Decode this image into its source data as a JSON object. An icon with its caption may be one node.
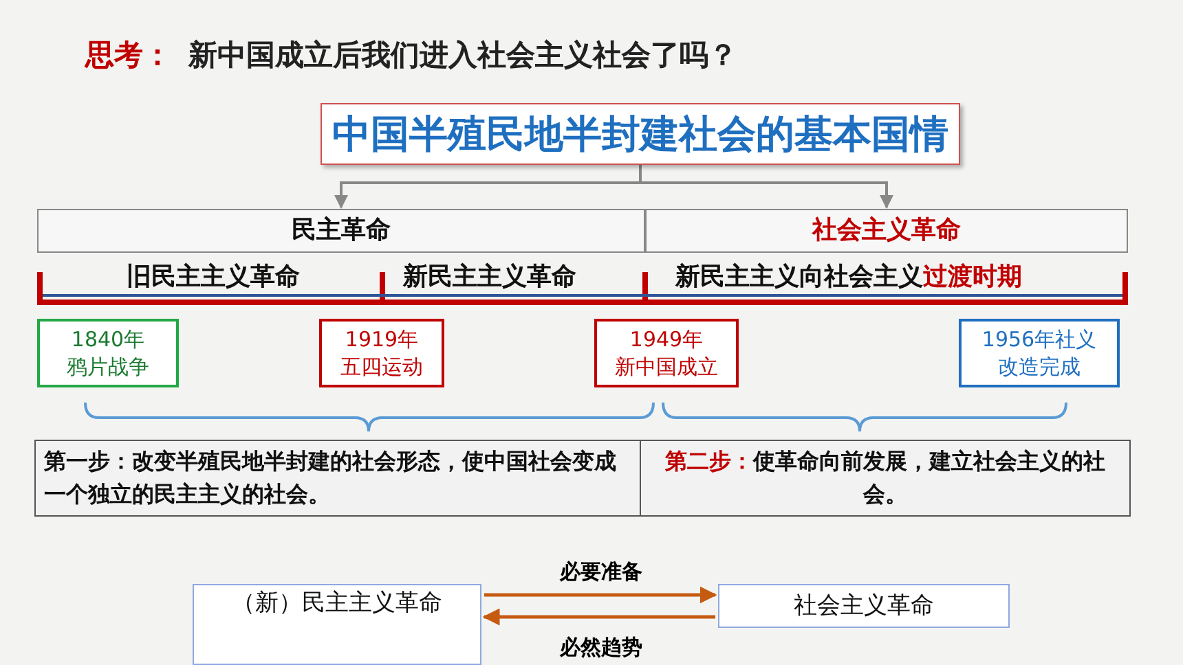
{
  "diagram": {
    "title": "思考： 新中国成立后我们进入社会主义社会了吗？",
    "nodes": [
      {
        "text": [
          "中国半殖民地半封建社会的基本国情"
        ]
      },
      {
        "text": [
          "民主革命"
        ]
      },
      {
        "text": [
          "社会主义革命"
        ]
      },
      {
        "text": [
          "1840年",
          "鸦片战争"
        ]
      },
      {
        "text": [
          "1919年",
          "五四运动"
        ]
      },
      {
        "text": [
          "1949年",
          "新中国成立"
        ]
      },
      {
        "text": [
          "1956年社义",
          "改造完成"
        ]
      },
      {
        "text": [
          "第一步：",
          "改变半殖民地半封建的社会形态，使中国社会变成一个独立的民主主义的社会。"
        ]
      },
      {
        "text": [
          "第二步：",
          "使革命向前发展，建立**社会主义的社会**。"
        ]
      },
      {
        "text": [
          "（新）民主主义革命"
        ]
      },
      {
        "text": [
          "社会主义革命"
        ]
      }
    ],
    "edges": [
      {
        "from": 0,
        "to": 1,
        "arrow": "to"
      },
      {
        "from": 0,
        "to": 2,
        "arrow": "to"
      },
      {
        "from": 9,
        "to": 10,
        "arrow": "to",
        "label": "必要准备",
        "color": "#c55a11"
      },
      {
        "from": 10,
        "to": 9,
        "arrow": "to",
        "label": "必然趋势",
        "color": "#c55a11"
      }
    ],
    "labels": [
      "旧民主主义革命",
      "新民主主义革命",
      "新民主主义向社会主义",
      "过渡时期"
    ]
  }
}
